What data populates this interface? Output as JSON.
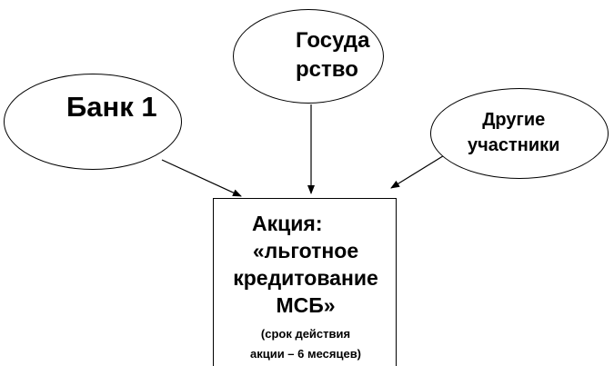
{
  "nodes": {
    "bank": {
      "label": "Банк 1"
    },
    "government": {
      "lines": [
        "Госуда",
        "рство"
      ]
    },
    "other": {
      "lines": [
        "Другие",
        "участники"
      ]
    },
    "action": {
      "title": "Акция:",
      "body": [
        "«льготное",
        "кредитование",
        "МСБ»"
      ],
      "note": [
        "(срок действия",
        "акции – 6 месяцев)"
      ]
    }
  }
}
